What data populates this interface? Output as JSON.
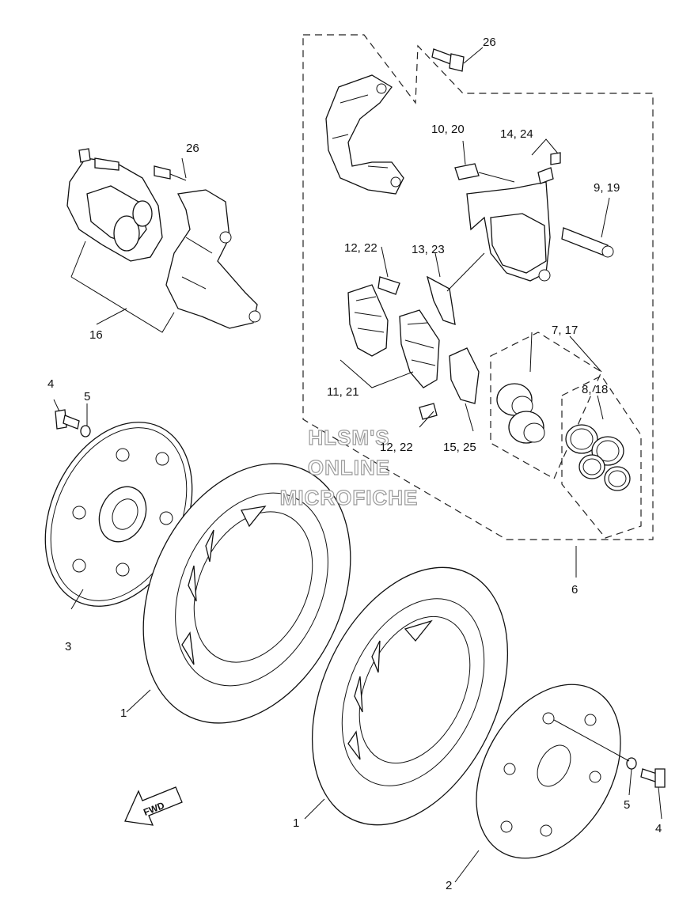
{
  "labels": {
    "l26a": "26",
    "l26b": "26",
    "l10_20": "10, 20",
    "l14_24": "14, 24",
    "l9_19": "9, 19",
    "l12_22a": "12, 22",
    "l13_23": "13, 23",
    "l7_17": "7, 17",
    "l8_18": "8, 18",
    "l11_21": "11, 21",
    "l12_22b": "12, 22",
    "l15_25": "15, 25",
    "l16": "16",
    "l4a": "4",
    "l5a": "5",
    "l3": "3",
    "l6": "6",
    "l1a": "1",
    "l1b": "1",
    "l5b": "5",
    "l4b": "4",
    "l2": "2"
  },
  "watermark": {
    "line1": "HLSM'S",
    "line2": "ONLINE",
    "line3": "MICROFICHE"
  },
  "direction_arrow": {
    "label": "FWD"
  }
}
